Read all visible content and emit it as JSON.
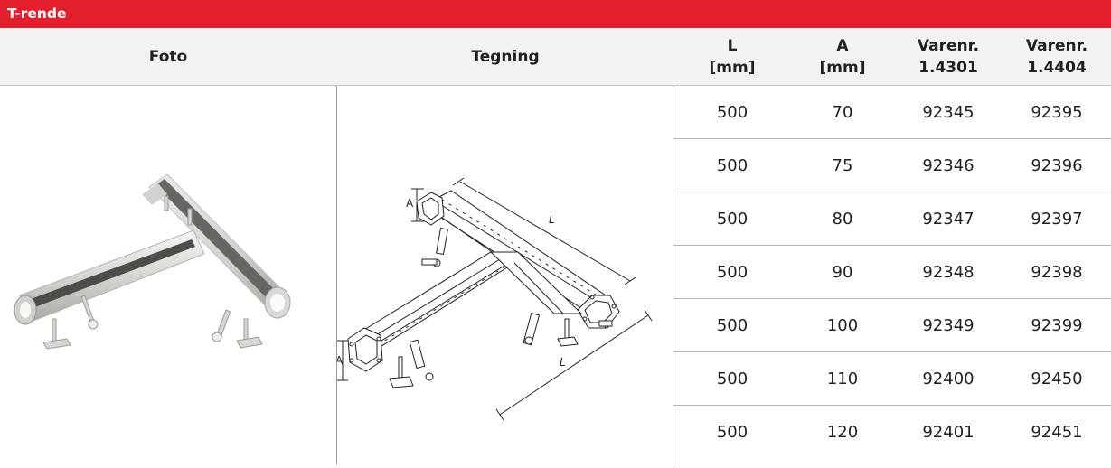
{
  "title": "T-rende",
  "colors": {
    "title_bar": "#e31e2d",
    "header_bg": "#f2f2f2"
  },
  "headers": {
    "photo": "Foto",
    "drawing": "Tegning",
    "L": {
      "line1": "L",
      "line2": "[mm]"
    },
    "A": {
      "line1": "A",
      "line2": "[mm]"
    },
    "varenr1": {
      "line1": "Varenr.",
      "line2": "1.4301"
    },
    "varenr2": {
      "line1": "Varenr.",
      "line2": "1.4404"
    }
  },
  "drawing_labels": {
    "a_top": "A",
    "l_top": "L",
    "a_bottom": "A",
    "l_bottom": "L"
  },
  "rows": [
    {
      "L": "500",
      "A": "70",
      "v1": "92345",
      "v2": "92395"
    },
    {
      "L": "500",
      "A": "75",
      "v1": "92346",
      "v2": "92396"
    },
    {
      "L": "500",
      "A": "80",
      "v1": "92347",
      "v2": "92397"
    },
    {
      "L": "500",
      "A": "90",
      "v1": "92348",
      "v2": "92398"
    },
    {
      "L": "500",
      "A": "100",
      "v1": "92349",
      "v2": "92399"
    },
    {
      "L": "500",
      "A": "110",
      "v1": "92400",
      "v2": "92450"
    },
    {
      "L": "500",
      "A": "120",
      "v1": "92401",
      "v2": "92451"
    }
  ]
}
